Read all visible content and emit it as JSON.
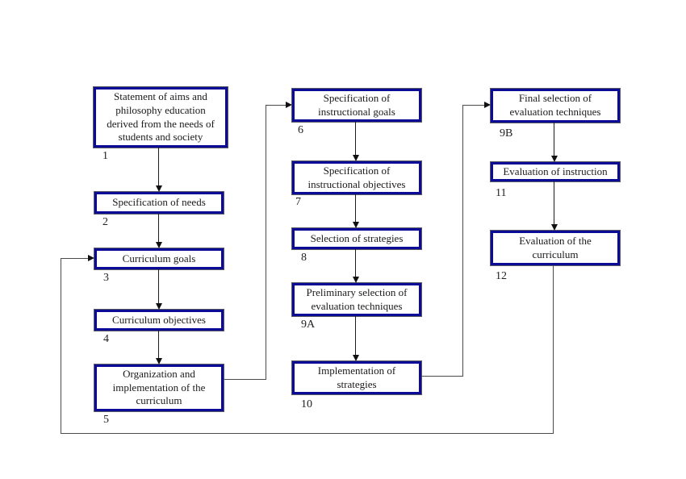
{
  "diagram": {
    "type": "flowchart",
    "border_color": "#0b0b96",
    "line_color": "#1c1c1c",
    "background_color": "#ffffff",
    "boxes": [
      {
        "num": "1",
        "text": "Statement of aims and philosophy education derived from the needs of students and society"
      },
      {
        "num": "2",
        "text": "Specification of needs"
      },
      {
        "num": "3",
        "text": "Curriculum goals"
      },
      {
        "num": "4",
        "text": "Curriculum objectives"
      },
      {
        "num": "5",
        "text": "Organization and implementation of the curriculum"
      },
      {
        "num": "6",
        "text": "Specification of instructional goals"
      },
      {
        "num": "7",
        "text": "Specification of instructional objectives"
      },
      {
        "num": "8",
        "text": "Selection of strategies"
      },
      {
        "num": "9A",
        "text": "Preliminary selection of evaluation techniques"
      },
      {
        "num": "10",
        "text": "Implementation of strategies"
      },
      {
        "num": "9B",
        "text": "Final selection of evaluation techniques"
      },
      {
        "num": "11",
        "text": "Evaluation of instruction"
      },
      {
        "num": "12",
        "text": "Evaluation of the curriculum"
      }
    ],
    "edges": [
      "1-2",
      "2-3",
      "3-4",
      "4-5",
      "5-6",
      "6-7",
      "7-8",
      "8-9A",
      "9A-10",
      "10-9B",
      "9B-11",
      "11-12",
      "12-3"
    ]
  }
}
